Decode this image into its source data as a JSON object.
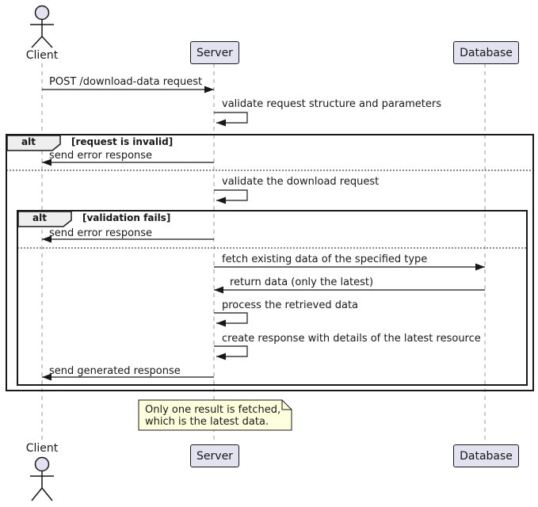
{
  "diagram": {
    "type": "uml-sequence",
    "participants": [
      {
        "name": "Client",
        "kind": "actor"
      },
      {
        "name": "Server",
        "kind": "participant"
      },
      {
        "name": "Database",
        "kind": "participant"
      }
    ],
    "messages": [
      {
        "label": "POST /download-data request",
        "from": "Client",
        "to": "Server"
      },
      {
        "label": "validate request structure and parameters",
        "from": "Server",
        "to": "Server"
      },
      {
        "label": "send error response",
        "from": "Server",
        "to": "Client"
      },
      {
        "label": "validate the download request",
        "from": "Server",
        "to": "Server"
      },
      {
        "label": "send error response",
        "from": "Server",
        "to": "Client"
      },
      {
        "label": "fetch existing data of the specified type",
        "from": "Server",
        "to": "Database"
      },
      {
        "label": "return data (only the latest)",
        "from": "Database",
        "to": "Server"
      },
      {
        "label": "process the retrieved data",
        "from": "Server",
        "to": "Server"
      },
      {
        "label": "create response with details of the latest resource",
        "from": "Server",
        "to": "Server"
      },
      {
        "label": "send generated response",
        "from": "Server",
        "to": "Client"
      }
    ],
    "frames": [
      {
        "operator": "alt",
        "condition": "[request is invalid]"
      },
      {
        "operator": "alt",
        "condition": "[validation fails]"
      }
    ],
    "note": {
      "line1": "Only one result is fetched,",
      "line2": "which is the latest data."
    },
    "colors": {
      "participant_fill": "#E2E2F0",
      "border": "#181818",
      "note_fill": "#FEFFDD",
      "frame_tab_fill": "#EEEEEE",
      "lifeline": "#999999"
    }
  }
}
